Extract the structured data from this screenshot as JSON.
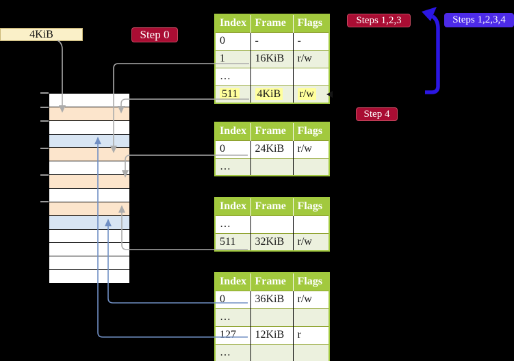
{
  "theme": {
    "bg": "#000000",
    "table_green": "#A2C93E",
    "row_sep": "#90A431",
    "row_green": "#ECF1DE",
    "peach": "#FCE5CC",
    "blue": "#D8E5F3",
    "cream": "#FAF0C8",
    "cream_border": "#CBB878",
    "red_badge": "#A90D33",
    "red_badge_border": "#C44960",
    "violet_badge": "#4D2BE8",
    "highlight": "#FFFF9C",
    "gray_line": "#ACACAC",
    "blue_line": "#708FC4",
    "arrow_blue": "#2B16E3"
  },
  "labels": {
    "page_size_box": "4KiB",
    "step0": "Step 0",
    "steps123": "Steps 1,2,3",
    "steps1234": "Steps 1,2,3,4",
    "step4": "Step 4"
  },
  "tables": [
    {
      "name": "page-table-1",
      "headers": [
        "Index",
        "Frame",
        "Flags"
      ],
      "rows": [
        {
          "cells": [
            "0",
            "-",
            "-"
          ]
        },
        {
          "cells": [
            "1",
            "16KiB",
            "r/w"
          ]
        },
        {
          "cells": [
            "…",
            "",
            ""
          ]
        },
        {
          "cells": [
            "511",
            "4KiB",
            "r/w"
          ],
          "highlighted": true
        }
      ]
    },
    {
      "name": "page-table-2",
      "headers": [
        "Index",
        "Frame",
        "Flags"
      ],
      "rows": [
        {
          "cells": [
            "0",
            "24KiB",
            "r/w"
          ]
        },
        {
          "cells": [
            "…",
            "",
            ""
          ]
        }
      ]
    },
    {
      "name": "page-table-3",
      "headers": [
        "Index",
        "Frame",
        "Flags"
      ],
      "rows": [
        {
          "cells": [
            "…",
            "",
            ""
          ]
        },
        {
          "cells": [
            "511",
            "32KiB",
            "r/w"
          ]
        }
      ]
    },
    {
      "name": "page-table-4",
      "headers": [
        "Index",
        "Frame",
        "Flags"
      ],
      "rows": [
        {
          "cells": [
            "0",
            "36KiB",
            "r/w"
          ]
        },
        {
          "cells": [
            "…",
            "",
            ""
          ]
        },
        {
          "cells": [
            "127",
            "12KiB",
            "r"
          ]
        },
        {
          "cells": [
            "…",
            "",
            ""
          ]
        }
      ]
    }
  ],
  "memory": {
    "rows": [
      "white",
      "peach",
      "white",
      "blue",
      "peach",
      "white",
      "peach",
      "white",
      "peach",
      "blue",
      "white",
      "white",
      "white",
      "white"
    ]
  }
}
